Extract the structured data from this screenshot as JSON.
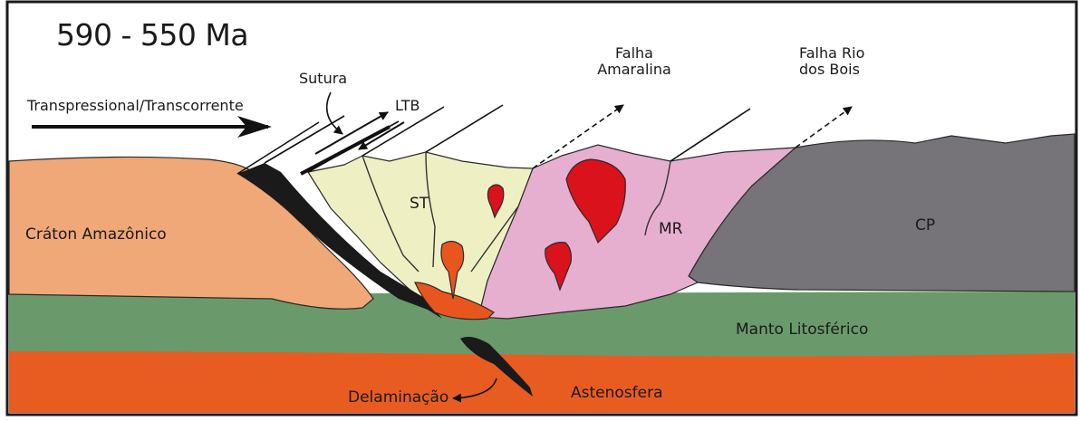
{
  "title": "590 - 550 Ma",
  "labels": {
    "transpressional": "Transpressional/Transcorrente",
    "sutura": "Sutura",
    "ltb": "LTB",
    "falha_amaralina_1": "Falha",
    "falha_amaralina_2": "Amaralina",
    "falha_rio_1": "Falha Rio",
    "falha_rio_2": "dos Bois",
    "craton": "Cráton Amazônico",
    "st": "ST",
    "mr": "MR",
    "cp": "CP",
    "manto": "Manto Litosférico",
    "delaminacao": "Delaminação",
    "astenosfera": "Astenosfera"
  },
  "colors": {
    "craton": "#f0a878",
    "st_terrane": "#eef0c4",
    "mr_terrane": "#e6afd0",
    "cp_terrane": "#767478",
    "lithospheric_mantle": "#6a9a6c",
    "asthenosphere": "#e85c22",
    "granite": "#d9121c",
    "melt": "#e8561e",
    "slab": "#1a1a1a"
  }
}
